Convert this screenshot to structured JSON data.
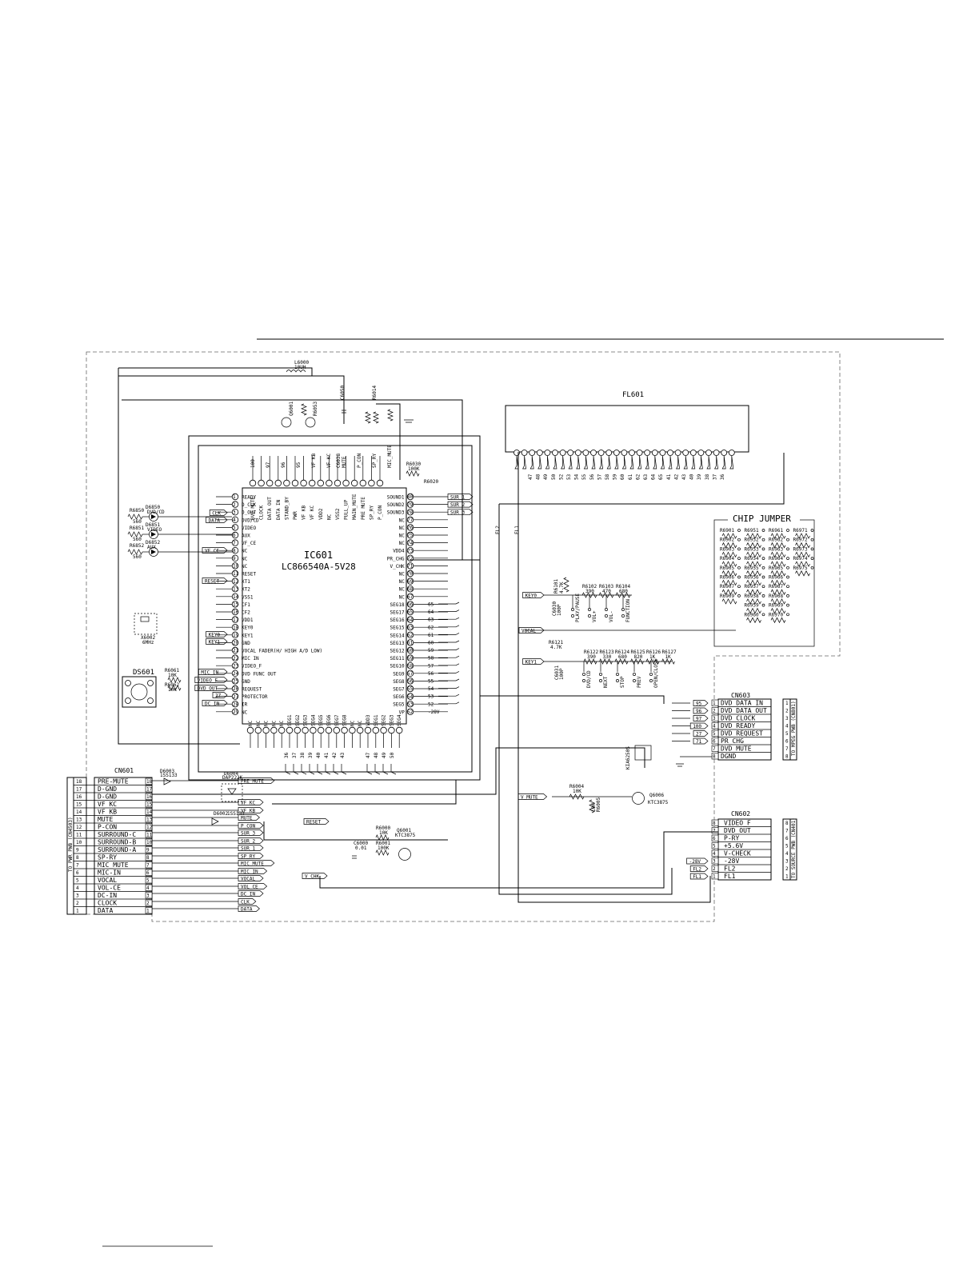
{
  "ic601": {
    "ref": "IC601",
    "part": "LC866540A-5V28"
  },
  "fl601": {
    "ref": "FL601"
  },
  "ds601": {
    "ref": "DS601"
  },
  "chip_jumper": {
    "title": "CHIP JUMPER",
    "columns": [
      [
        "R6901",
        "R6902",
        "R6903",
        "R6904",
        "R6905",
        "R6906",
        "R6907",
        "R6909"
      ],
      [
        "R6951",
        "R6952",
        "R6953",
        "R6954",
        "R6955",
        "R6956",
        "R6957",
        "R6958",
        "R6959",
        "R6960"
      ],
      [
        "R6961",
        "R6962",
        "R6963",
        "R6964",
        "R6965",
        "R6966",
        "R6967",
        "R6968",
        "R6969",
        "R6970"
      ],
      [
        "R6971",
        "R6972",
        "R6973",
        "R6974",
        "R6975"
      ]
    ]
  },
  "cn601": {
    "ref": "CN601",
    "side_label": "TO PWR PWB (CN4503)",
    "pins": [
      {
        "num": "18",
        "name": "PRE-MUTE"
      },
      {
        "num": "17",
        "name": "D-GND"
      },
      {
        "num": "16",
        "name": "D-GND"
      },
      {
        "num": "15",
        "name": "VF KC"
      },
      {
        "num": "14",
        "name": "VF KB"
      },
      {
        "num": "13",
        "name": "MUTE"
      },
      {
        "num": "12",
        "name": "P-CON"
      },
      {
        "num": "11",
        "name": "SURROUND-C"
      },
      {
        "num": "10",
        "name": "SURROUND-B"
      },
      {
        "num": "9",
        "name": "SURROUND-A"
      },
      {
        "num": "8",
        "name": "SP-RY"
      },
      {
        "num": "7",
        "name": "MIC_MUTE"
      },
      {
        "num": "6",
        "name": "MIC-IN"
      },
      {
        "num": "5",
        "name": "VOCAL"
      },
      {
        "num": "4",
        "name": "VOL-CE"
      },
      {
        "num": "3",
        "name": "DC-IN"
      },
      {
        "num": "2",
        "name": "CLOCK"
      },
      {
        "num": "1",
        "name": "DATA"
      }
    ]
  },
  "cn603": {
    "ref": "CN603",
    "side_label": "TO MPEG PWB (CN801)",
    "pins": [
      {
        "num": "1",
        "name": "DVD DATA IN",
        "net": "95"
      },
      {
        "num": "2",
        "name": "DVD DATA OUT",
        "net": "96"
      },
      {
        "num": "3",
        "name": "DVD CLOCK",
        "net": "97"
      },
      {
        "num": "4",
        "name": "DVD READY",
        "net": "100"
      },
      {
        "num": "5",
        "name": "DVD REQUEST",
        "net": "27"
      },
      {
        "num": "6",
        "name": "PR_CHG",
        "net": "71"
      },
      {
        "num": "7",
        "name": "DVD_MUTE",
        "net": ""
      },
      {
        "num": "8",
        "name": "DGND",
        "net": ""
      }
    ]
  },
  "cn602": {
    "ref": "CN602",
    "side_label": "TO SOURCE PWB (CN401)",
    "pins": [
      {
        "num": "8",
        "name": "VIDEO_F",
        "net": ""
      },
      {
        "num": "7",
        "name": "DVD_OUT",
        "net": ""
      },
      {
        "num": "6",
        "name": "P-RY",
        "net": ""
      },
      {
        "num": "5",
        "name": "+5.6V",
        "net": ""
      },
      {
        "num": "4",
        "name": "V-CHECK",
        "net": ""
      },
      {
        "num": "3",
        "name": "-28V",
        "net": "-28V"
      },
      {
        "num": "2",
        "name": "FL2",
        "net": "FL2"
      },
      {
        "num": "1",
        "name": "FL1",
        "net": "FL1"
      }
    ]
  },
  "ic_left_pins": [
    {
      "num": "1",
      "name": "READY"
    },
    {
      "num": "2",
      "name": "D_CLK"
    },
    {
      "num": "3",
      "name": "D_OUT"
    },
    {
      "num": "4",
      "name": "DVD/CD"
    },
    {
      "num": "5",
      "name": "VIDEO"
    },
    {
      "num": "6",
      "name": "AUX"
    },
    {
      "num": "7",
      "name": "VF_CE"
    },
    {
      "num": "8",
      "name": "NC"
    },
    {
      "num": "9",
      "name": "NC"
    },
    {
      "num": "10",
      "name": "NC"
    },
    {
      "num": "11",
      "name": "RESET"
    },
    {
      "num": "12",
      "name": "XT1"
    },
    {
      "num": "13",
      "name": "XT2"
    },
    {
      "num": "14",
      "name": "VSS1"
    },
    {
      "num": "15",
      "name": "CF1"
    },
    {
      "num": "16",
      "name": "CF2"
    },
    {
      "num": "17",
      "name": "VDD1"
    },
    {
      "num": "18",
      "name": "KEY0"
    },
    {
      "num": "19",
      "name": "KEY1"
    },
    {
      "num": "20",
      "name": "GND"
    },
    {
      "num": "21",
      "name": "VOCAL FADER(H/ HIGH A/D LOW)"
    },
    {
      "num": "22",
      "name": "MIC IN"
    },
    {
      "num": "23",
      "name": "VIDEO_F"
    },
    {
      "num": "24",
      "name": "DVD FUNC OUT"
    },
    {
      "num": "25",
      "name": "GND"
    },
    {
      "num": "26",
      "name": "REQUEST"
    },
    {
      "num": "27",
      "name": "PROTECTOR"
    },
    {
      "num": "28",
      "name": "IR"
    },
    {
      "num": "29",
      "name": "NC"
    }
  ],
  "ic_right_pins": [
    {
      "num": "80",
      "name": "SOUND1"
    },
    {
      "num": "79",
      "name": "SOUND2"
    },
    {
      "num": "78",
      "name": "SOUND3"
    },
    {
      "num": "77",
      "name": "NC"
    },
    {
      "num": "76",
      "name": "NC"
    },
    {
      "num": "75",
      "name": "NC"
    },
    {
      "num": "74",
      "name": "NC"
    },
    {
      "num": "73",
      "name": "VDD4"
    },
    {
      "num": "72",
      "name": "PR_CHG"
    },
    {
      "num": "71",
      "name": "V_CHK"
    },
    {
      "num": "70",
      "name": "NC"
    },
    {
      "num": "69",
      "name": "NC"
    },
    {
      "num": "68",
      "name": "NC"
    },
    {
      "num": "67",
      "name": "NC"
    },
    {
      "num": "66",
      "name": "SEG18"
    },
    {
      "num": "65",
      "name": "SEG17"
    },
    {
      "num": "64",
      "name": "SEG16"
    },
    {
      "num": "63",
      "name": "SEG15"
    },
    {
      "num": "62",
      "name": "SEG14"
    },
    {
      "num": "61",
      "name": "SEG13"
    },
    {
      "num": "60",
      "name": "SEG12"
    },
    {
      "num": "59",
      "name": "SEG11"
    },
    {
      "num": "58",
      "name": "SEG10"
    },
    {
      "num": "57",
      "name": "SEG9"
    },
    {
      "num": "56",
      "name": "SEG8"
    },
    {
      "num": "55",
      "name": "SEG7"
    },
    {
      "num": "54",
      "name": "SEG6"
    },
    {
      "num": "53",
      "name": "SEG5"
    },
    {
      "num": "52",
      "name": "VP"
    }
  ],
  "ic_top_labels": [
    "DVD MUTE",
    "CLOCK",
    "DATA OUT",
    "DATA IN",
    "STAND_BY",
    "PWR",
    "VF KB",
    "VF KC",
    "VDD2",
    "NC",
    "VSS2",
    "PULL_UP",
    "MAIN_MUTE",
    "PRE MUTE",
    "SP_RY",
    "P_CON"
  ],
  "ic_bottom_labels": [
    "NC",
    "NC",
    "NC",
    "NC",
    "NC",
    "SEG1",
    "SEG2",
    "SEG3",
    "SEG4",
    "SEG5",
    "SEG6",
    "SEG7",
    "SEG8",
    "NC",
    "NC",
    "VDD3",
    "SEG1",
    "SEG2",
    "SEG3",
    "SEG4"
  ],
  "net_tags_right": [
    "SUR_1",
    "SUR_2",
    "SUR_3"
  ],
  "seg_nets": [
    "65",
    "64",
    "63",
    "62",
    "61",
    "60",
    "59",
    "58",
    "57",
    "56",
    "55",
    "54",
    "53",
    "52",
    "-28V"
  ],
  "top_nets": [
    "100",
    "97",
    "96",
    "95",
    "VF KB",
    "VF KC",
    "MUTE",
    "P_CON",
    "SP_RY",
    "MIC_MUTE"
  ],
  "bottom_nets": [
    "36",
    "37",
    "38",
    "39",
    "40",
    "41",
    "42",
    "43",
    "47",
    "48",
    "49",
    "50"
  ],
  "key_section": {
    "key0_tag": "KEY0",
    "key1_tag": "KEY1",
    "vocal_tag": "VOCAL",
    "r6101": "R6101",
    "r6101_val": "4.7K",
    "key0_resistors": [
      {
        "ref": "R6102",
        "val": "390"
      },
      {
        "ref": "R6103",
        "val": "470"
      },
      {
        "ref": "R6104",
        "val": "680"
      }
    ],
    "key0_switches": [
      "PLAY/PAUSE",
      "VOL+",
      "VOL-",
      "FUNCTION"
    ],
    "r6121": "R6121",
    "r6121_val": "4.7K",
    "key1_resistors": [
      {
        "ref": "R6122",
        "val": "390"
      },
      {
        "ref": "R6123",
        "val": "330"
      },
      {
        "ref": "R6124",
        "val": "680"
      },
      {
        "ref": "R6125",
        "val": "820"
      },
      {
        "ref": "R6126",
        "val": "1K"
      },
      {
        "ref": "R6127",
        "val": "1K"
      }
    ],
    "key1_switches": [
      "DVD/CD",
      "NEXT",
      "STOP",
      "PREV",
      "OPEN/CLOSE"
    ],
    "caps": [
      "C6030",
      "C6031"
    ],
    "cap_vals": [
      "100P",
      "100P"
    ]
  },
  "fl_tags": [
    "FL2",
    "FL1"
  ],
  "fl_pins": [
    "47",
    "48",
    "49",
    "50",
    "52",
    "53",
    "54",
    "55",
    "56",
    "57",
    "58",
    "59",
    "60",
    "61",
    "62",
    "63",
    "64",
    "65",
    "41",
    "42",
    "43",
    "40",
    "39",
    "38",
    "37",
    "36"
  ],
  "left_side": {
    "leds": [
      {
        "ref": "R6850",
        "val": "560",
        "led": "D6850",
        "label": "DVD/CD"
      },
      {
        "ref": "R6851",
        "val": "560",
        "led": "D6851",
        "label": "VIDEO"
      },
      {
        "ref": "R6852",
        "val": "560",
        "led": "D6852",
        "label": "AUX"
      }
    ],
    "xtal": "X6002",
    "xtal_val": "6MHz",
    "tags": [
      "CLK",
      "DATA",
      "VF_CE",
      "RESET",
      "KEY0",
      "KEY1",
      "MIC_IN",
      "VIDEO_F",
      "DVD_OUT",
      "27",
      "DC_IN"
    ],
    "ds_res": [
      {
        "ref": "R6061",
        "val": "10K"
      },
      {
        "ref": "R6062",
        "val": "10K"
      }
    ]
  },
  "top_parts": {
    "l6000": "L6000",
    "l6000_val": "10UH",
    "c6050": "C6050",
    "r6053": "R6053",
    "q6001": "Q6001",
    "r6014": "R6014",
    "r6030": "R6030",
    "r6030_val": "100K",
    "r6020": "R6020",
    "c6038": "C6038"
  },
  "cn601_side": {
    "d6003": "D6003",
    "d6003_val": "1SS133",
    "d6004": "D6004",
    "d6004_val": "DAP222K",
    "d6002": "D6002",
    "d6002_val": "1SS133",
    "tags": [
      "PRE_MUTE",
      "VF KC",
      "VF KB",
      "MUTE",
      "P_CON",
      "SUR_3",
      "SUR_2",
      "SUR_1",
      "SP_RY",
      "MIC_MUTE",
      "MIC_IN",
      "VOCAL",
      "VOL_CE",
      "DC_IN",
      "CLK",
      "DATA",
      "RESET",
      "V_CHK"
    ]
  },
  "transistors": {
    "q6001": {
      "ref": "Q6001",
      "part": "KTC3875"
    },
    "q6006": {
      "ref": "Q6006",
      "part": "KTC3875"
    },
    "r6000": {
      "ref": "R6000",
      "val": "10K"
    },
    "r6001": {
      "ref": "R6001",
      "val": "100K"
    },
    "r6004": {
      "ref": "R6004",
      "val": "10K"
    },
    "r6005": {
      "ref": "R6005",
      "val": "10K"
    },
    "c6000": {
      "ref": "C6000",
      "val": "0.01"
    },
    "ic6005": {
      "ref": "KIA6250S",
      "val": "KIA6250S"
    },
    "tag_mute": "V_MUTE"
  }
}
